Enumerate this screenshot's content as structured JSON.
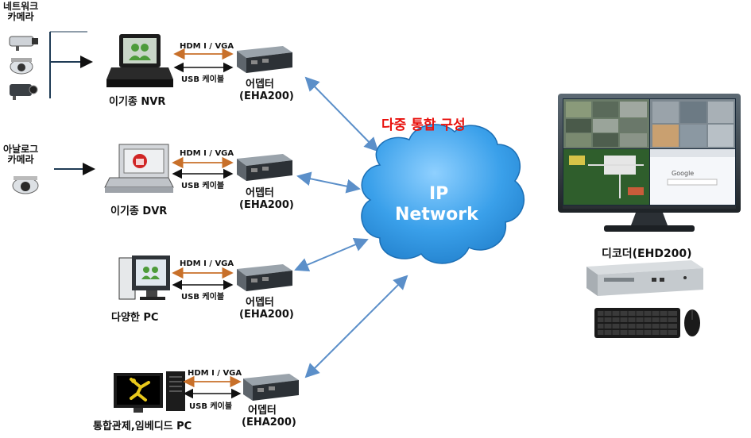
{
  "title": "다중 통합 구성",
  "cloud": {
    "line1": "IP",
    "line2": "Network"
  },
  "inputs": {
    "network_camera": "네트워크\n카메라",
    "analog_camera": "아날로그\n카메라"
  },
  "rows": [
    {
      "device": "이기종 NVR",
      "video": "HDM I / VGA",
      "usb": "USB 케이블",
      "adapter_name": "어뎁터",
      "adapter_model": "(EHA200)"
    },
    {
      "device": "이기종 DVR",
      "video": "HDM I / VGA",
      "usb": "USB 케이블",
      "adapter_name": "어뎁터",
      "adapter_model": "(EHA200)"
    },
    {
      "device": "다양한 PC",
      "video": "HDM I / VGA",
      "usb": "USB 케이블",
      "adapter_name": "어뎁터",
      "adapter_model": "(EHA200)"
    },
    {
      "device": "통합관제,임베디드 PC",
      "video": "HDM I / VGA",
      "usb": "USB 케이블",
      "adapter_name": "어뎁터",
      "adapter_model": "(EHA200)"
    }
  ],
  "decoder": {
    "label": "디코더(EHD200)",
    "search_brand": "Google"
  },
  "colors": {
    "title": "#e8100c",
    "video_arrow": "#c8702a",
    "usb_arrow": "#111111",
    "link_arrow": "#5b8fc9",
    "cloud": "#2f8ed8"
  }
}
